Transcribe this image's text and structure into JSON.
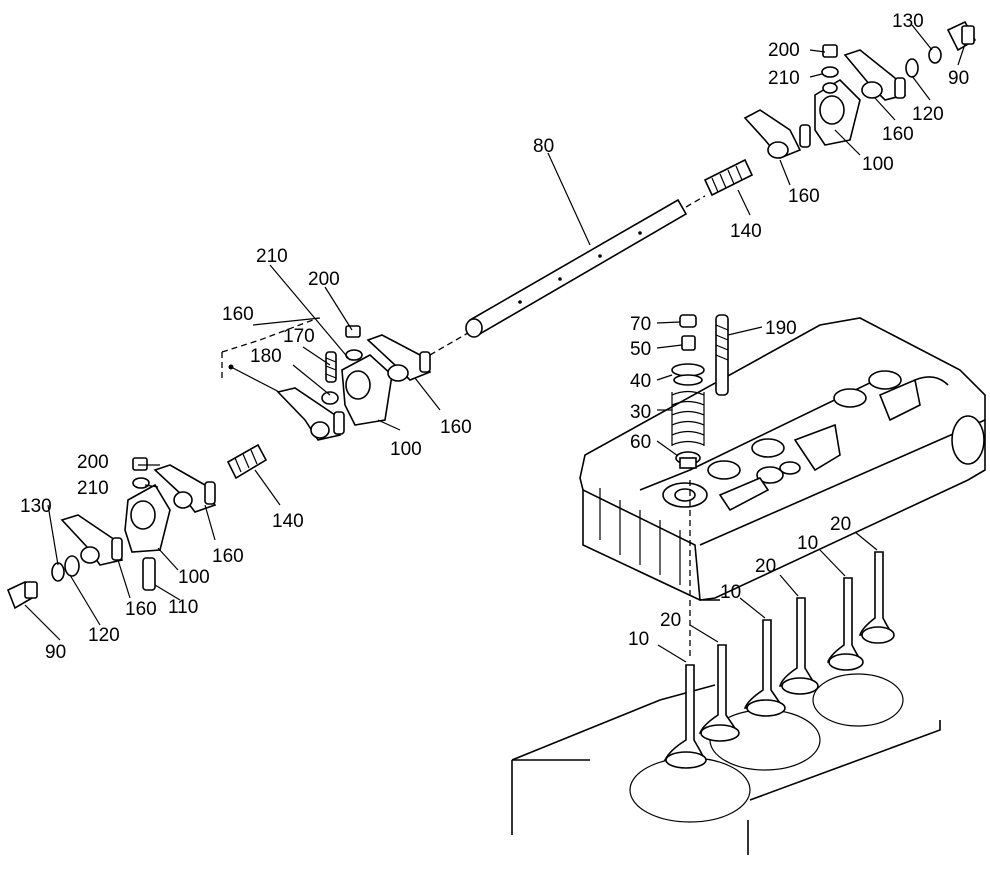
{
  "labels": {
    "l80": "80",
    "l210a": "210",
    "l200a": "200",
    "l160a": "160",
    "l170": "170",
    "l180": "180",
    "l160b": "160",
    "l100a": "100",
    "l140a": "140",
    "l200b": "200",
    "l210b": "210",
    "l130a": "130",
    "l160c": "160",
    "l100b": "100",
    "l160d": "160",
    "l110": "110",
    "l90a": "90",
    "l120a": "120",
    "l200c": "200",
    "l210c": "210",
    "l130b": "130",
    "l90b": "90",
    "l120b": "120",
    "l160e": "160",
    "l100c": "100",
    "l160f": "160",
    "l140b": "140",
    "l70": "70",
    "l50": "50",
    "l40": "40",
    "l30": "30",
    "l60": "60",
    "l190": "190",
    "l10a": "10",
    "l20a": "20",
    "l10b": "10",
    "l20b": "20",
    "l10c": "10",
    "l20c": "20"
  }
}
